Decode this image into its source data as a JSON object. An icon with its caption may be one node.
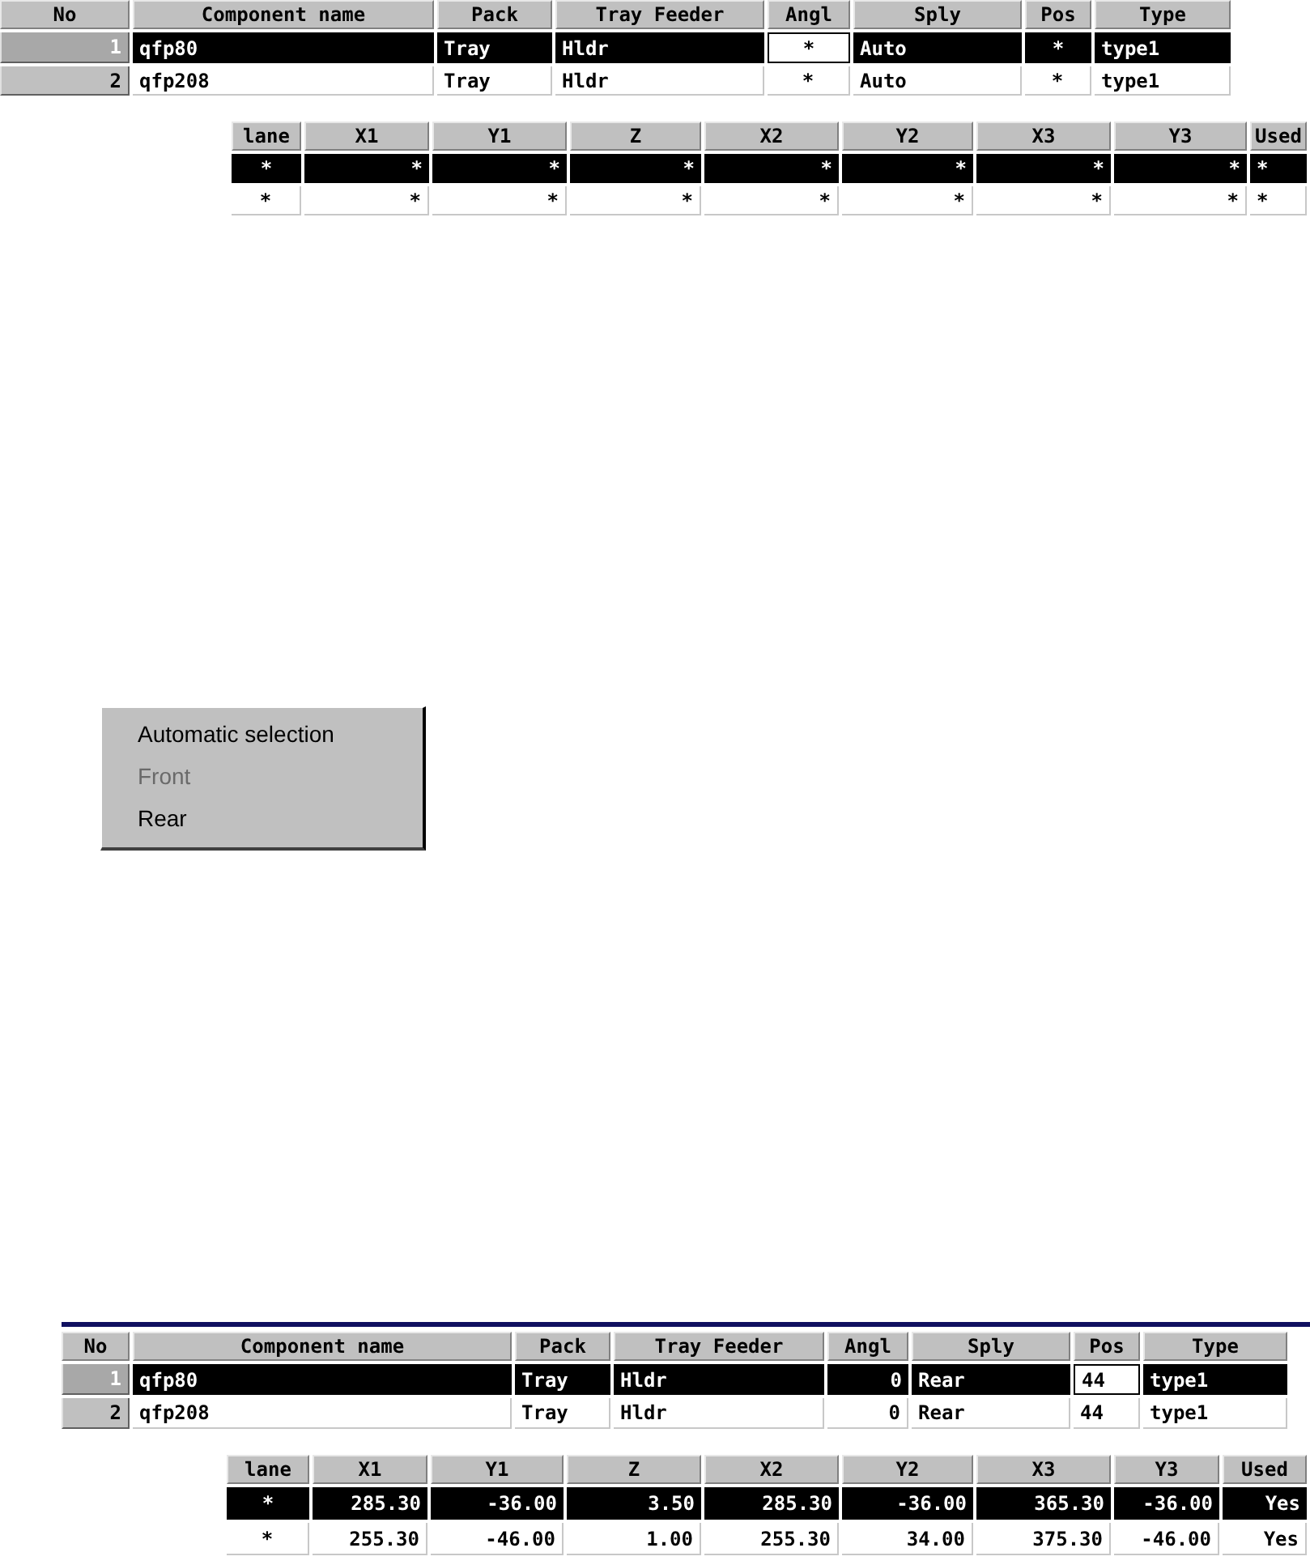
{
  "diagram": {
    "nodes": [
      {
        "text": [
          "Automatic selection",
          "Front",
          "Rear"
        ]
      }
    ],
    "labels": [
      "No",
      "Component name",
      "Pack",
      "Tray Feeder",
      "Angl",
      "Sply",
      "Pos",
      "Type",
      "1",
      "qfp80",
      "Tray",
      "Hldr",
      "*",
      "Auto",
      "*",
      "type1",
      "2",
      "qfp208",
      "Tray",
      "Hldr",
      "*",
      "Auto",
      "*",
      "type1",
      "lane",
      "X1",
      "Y1",
      "Z",
      "X2",
      "Y2",
      "X3",
      "Y3",
      "Used",
      "*",
      "*",
      "*",
      "*",
      "*",
      "*",
      "*",
      "*",
      "*",
      "*",
      "*",
      "*",
      "*",
      "*",
      "*",
      "*",
      "*",
      "*",
      "No",
      "Component name",
      "Pack",
      "Tray Feeder",
      "Angl",
      "Sply",
      "Pos",
      "Type",
      "1",
      "qfp80",
      "Tray",
      "Hldr",
      "0",
      "Rear",
      "44",
      "type1",
      "2",
      "qfp208",
      "Tray",
      "Hldr",
      "0",
      "Rear",
      "44",
      "type1",
      "lane",
      "X1",
      "Y1",
      "Z",
      "X2",
      "Y2",
      "X3",
      "Y3",
      "Used",
      "*",
      "285.30",
      "-36.00",
      "3.50",
      "285.30",
      "-36.00",
      "365.30",
      "-36.00",
      "Yes",
      "*",
      "255.30",
      "-46.00",
      "1.00",
      "255.30",
      "34.00",
      "375.30",
      "-46.00",
      "Yes"
    ]
  }
}
